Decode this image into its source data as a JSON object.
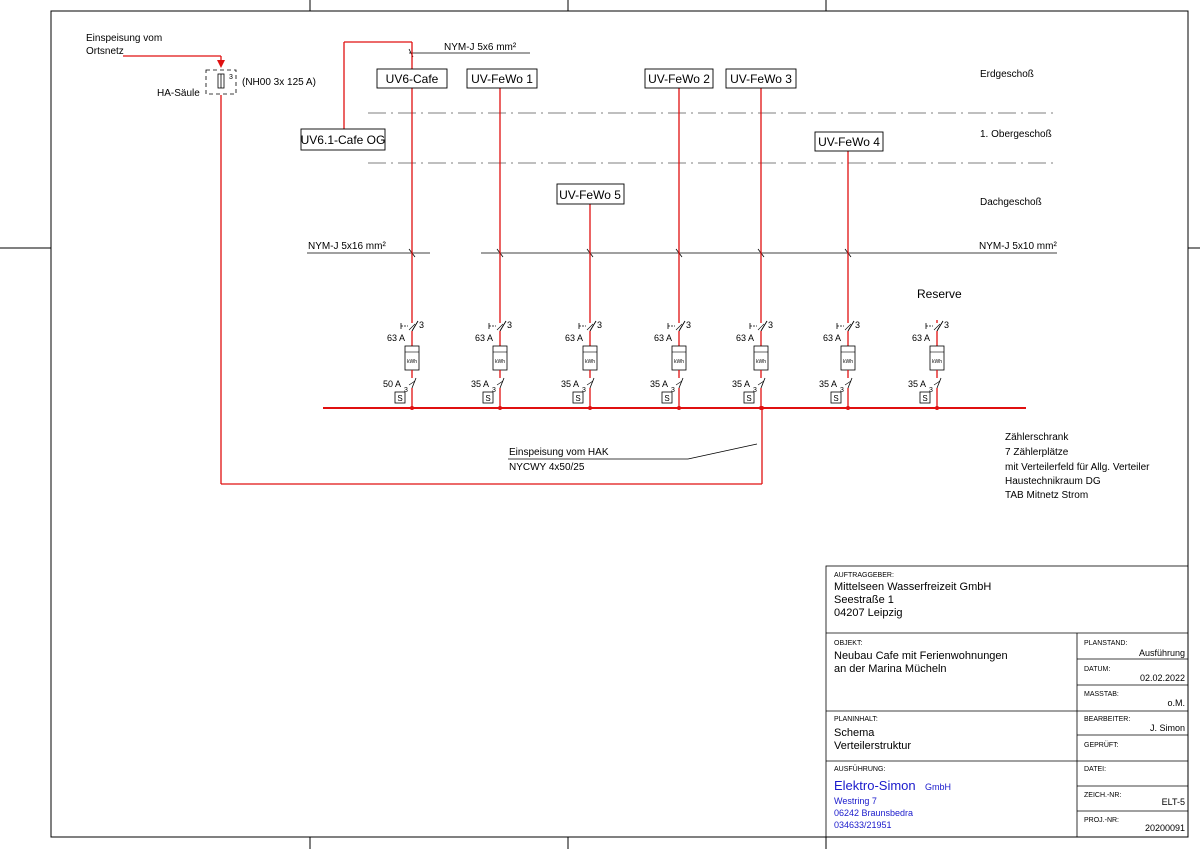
{
  "feed": {
    "line1": "Einspeisung vom",
    "line2": "Ortsnetz",
    "ha_label": "HA-Säule",
    "fuse_spec": "(NH00 3x 125 A)",
    "poles": "3"
  },
  "cables": {
    "top": "NYM-J 5x6 mm²",
    "left": "NYM-J 5x16 mm²",
    "right": "NYM-J 5x10 mm²",
    "hak_line1": "Einspeisung vom HAK",
    "hak_line2": "NYCWY 4x50/25"
  },
  "floors": [
    "Erdgeschoß",
    "1. Obergeschoß",
    "Dachgeschoß"
  ],
  "boxes": {
    "uv6": "UV6-Cafe",
    "uv61": "UV6.1-Cafe OG",
    "fewo1": "UV-FeWo 1",
    "fewo2": "UV-FeWo 2",
    "fewo3": "UV-FeWo 3",
    "fewo4": "UV-FeWo 4",
    "fewo5": "UV-FeWo 5"
  },
  "reserve": "Reserve",
  "meters": [
    {
      "main": "63 A",
      "poles": "3",
      "meter": "kWh",
      "fuse": "50 A",
      "fuse_poles": "3",
      "s": "S"
    },
    {
      "main": "63 A",
      "poles": "3",
      "meter": "kWh",
      "fuse": "35 A",
      "fuse_poles": "3",
      "s": "S"
    },
    {
      "main": "63 A",
      "poles": "3",
      "meter": "kWh",
      "fuse": "35 A",
      "fuse_poles": "3",
      "s": "S"
    },
    {
      "main": "63 A",
      "poles": "3",
      "meter": "kWh",
      "fuse": "35 A",
      "fuse_poles": "3",
      "s": "S"
    },
    {
      "main": "63 A",
      "poles": "3",
      "meter": "kWh",
      "fuse": "35 A",
      "fuse_poles": "3",
      "s": "S"
    },
    {
      "main": "63 A",
      "poles": "3",
      "meter": "kWh",
      "fuse": "35 A",
      "fuse_poles": "3",
      "s": "S"
    },
    {
      "main": "63 A",
      "poles": "3",
      "meter": "kWh",
      "fuse": "35 A",
      "fuse_poles": "3",
      "s": "S"
    }
  ],
  "cabinet_note": [
    "Zählerschrank",
    "7 Zählerplätze",
    "mit Verteilerfeld für Allg. Verteiler",
    "Haustechnikraum DG",
    "TAB Mitnetz Strom"
  ],
  "titleblock": {
    "client_h": "AUFTRAGGEBER:",
    "client": [
      "Mittelseen Wasserfreizeit GmbH",
      "Seestraße 1",
      "04207 Leipzig"
    ],
    "object_h": "OBJEKT:",
    "object": [
      "Neubau Cafe mit Ferienwohnungen",
      "an der Marina Mücheln"
    ],
    "content_h": "PLANINHALT:",
    "content": [
      "Schema",
      "Verteilerstruktur"
    ],
    "exec_h": "AUSFÜHRUNG:",
    "company": "Elektro-Simon",
    "company_suffix": "GmbH",
    "address": [
      "Westring 7",
      "06242 Braunsbedra",
      "034633/21951"
    ],
    "fields": [
      {
        "h": "PLANSTAND:",
        "v": "Ausführung"
      },
      {
        "h": "DATUM:",
        "v": "02.02.2022"
      },
      {
        "h": "MASSTAB:",
        "v": "o.M."
      },
      {
        "h": "BEARBEITER:",
        "v": "J. Simon"
      },
      {
        "h": "GEPRÜFT:",
        "v": ""
      },
      {
        "h": "DATEI:",
        "v": ""
      },
      {
        "h": "ZEICH.-NR:",
        "v": "ELT-5"
      },
      {
        "h": "PROJ.-NR:",
        "v": "20200091"
      }
    ]
  },
  "colors": {
    "power": "#e01010",
    "line": "#000000",
    "company": "#1a1acc"
  }
}
